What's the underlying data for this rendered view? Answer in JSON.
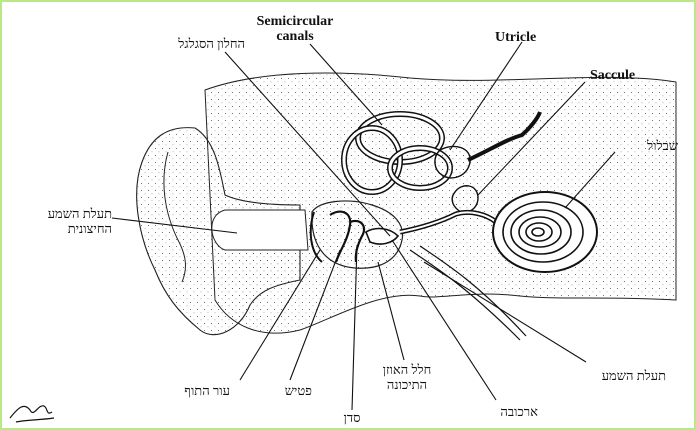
{
  "labels": {
    "semicircular_canals_line1": "Semicircular",
    "semicircular_canals_line2": "canals",
    "utricle": "Utricle",
    "saccule": "Saccule",
    "oval_window": "החלון הסגלגל",
    "cochlea": "שבלול",
    "ear_canal_line1": "תעלת השמע",
    "ear_canal_line2": "החיצונית",
    "eardrum": "עור התוף",
    "hammer": "פטיש",
    "anvil": "סדן",
    "middle_ear_line1": "חלל האוזן",
    "middle_ear_line2": "התיכונה",
    "stirrup": "ארכובה",
    "auditory_nerve": "תעלת השמע"
  },
  "colors": {
    "frame": "#b8e986",
    "ink": "#111111"
  },
  "icons": {
    "signature": "handwritten-signature"
  }
}
